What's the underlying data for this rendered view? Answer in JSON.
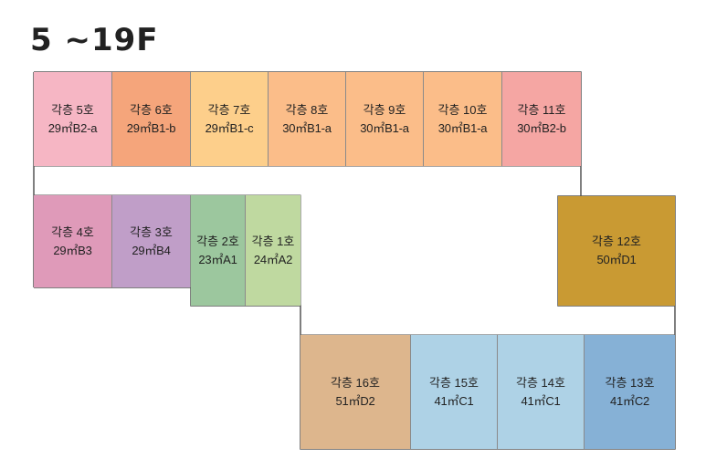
{
  "floor_title": "5 ~19F",
  "units": [
    {
      "id": "u5",
      "name": "각층 5호",
      "type": "29㎡B2-a",
      "color": "#f6b6c4"
    },
    {
      "id": "u6",
      "name": "각층 6호",
      "type": "29㎡B1-b",
      "color": "#f5a57b"
    },
    {
      "id": "u7",
      "name": "각층 7호",
      "type": "29㎡B1-c",
      "color": "#fdcf8b"
    },
    {
      "id": "u8",
      "name": "각층 8호",
      "type": "30㎡B1-a",
      "color": "#fbbd89"
    },
    {
      "id": "u9",
      "name": "각층 9호",
      "type": "30㎡B1-a",
      "color": "#fbbd89"
    },
    {
      "id": "u10",
      "name": "각층 10호",
      "type": "30㎡B1-a",
      "color": "#fbbd89"
    },
    {
      "id": "u11",
      "name": "각층 11호",
      "type": "30㎡B2-b",
      "color": "#f5a6a3"
    },
    {
      "id": "u4",
      "name": "각층 4호",
      "type": "29㎡B3",
      "color": "#df9ab9"
    },
    {
      "id": "u3",
      "name": "각층 3호",
      "type": "29㎡B4",
      "color": "#c09ec8"
    },
    {
      "id": "u2",
      "name": "각층 2호",
      "type": "23㎡A1",
      "color": "#9cc79e"
    },
    {
      "id": "u1",
      "name": "각층 1호",
      "type": "24㎡A2",
      "color": "#bfd9a0"
    },
    {
      "id": "u12",
      "name": "각층 12호",
      "type": "50㎡D1",
      "color": "#c99a33"
    },
    {
      "id": "u16",
      "name": "각층 16호",
      "type": "51㎡D2",
      "color": "#ddb68d"
    },
    {
      "id": "u15",
      "name": "각층 15호",
      "type": "41㎡C1",
      "color": "#aed2e6"
    },
    {
      "id": "u14",
      "name": "각층 14호",
      "type": "41㎡C1",
      "color": "#aed2e6"
    },
    {
      "id": "u13",
      "name": "각층 13호",
      "type": "41㎡C2",
      "color": "#86b1d6"
    }
  ]
}
